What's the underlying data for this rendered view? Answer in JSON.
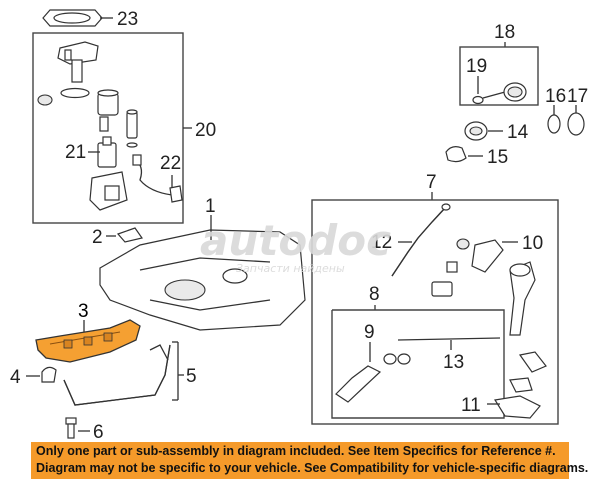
{
  "callouts": {
    "c1": "1",
    "c2": "2",
    "c3": "3",
    "c4": "4",
    "c5": "5",
    "c6": "6",
    "c7": "7",
    "c8": "8",
    "c9": "9",
    "c10": "10",
    "c11": "11",
    "c12": "12",
    "c13": "13",
    "c14": "14",
    "c15": "15",
    "c16": "16",
    "c17": "17",
    "c18": "18",
    "c19": "19",
    "c20": "20",
    "c21": "21",
    "c22": "22",
    "c23": "23"
  },
  "watermark": {
    "logo": "autodoc",
    "tagline": "Запчасти найдены"
  },
  "notice": {
    "line1": "Only one part or sub-assembly in diagram included. See Item Specifics for Reference #.",
    "line2": "Diagram may not be specific to your vehicle. See Compatibility for vehicle-specific diagrams."
  },
  "colors": {
    "notice_bg": "#f59a2a",
    "highlight_part": "#f5a032"
  }
}
